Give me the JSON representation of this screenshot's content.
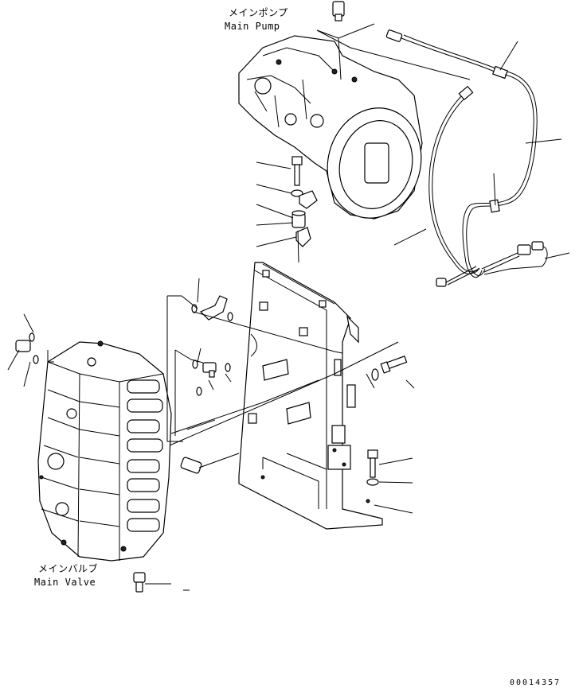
{
  "labels": {
    "main_pump_jp": "メインポンプ",
    "main_pump_en": "Main Pump",
    "main_valve_jp": "メインバルブ",
    "main_valve_en": "Main Valve",
    "document_id": "00014357"
  },
  "colors": {
    "line": "#000000",
    "background": "#ffffff"
  }
}
